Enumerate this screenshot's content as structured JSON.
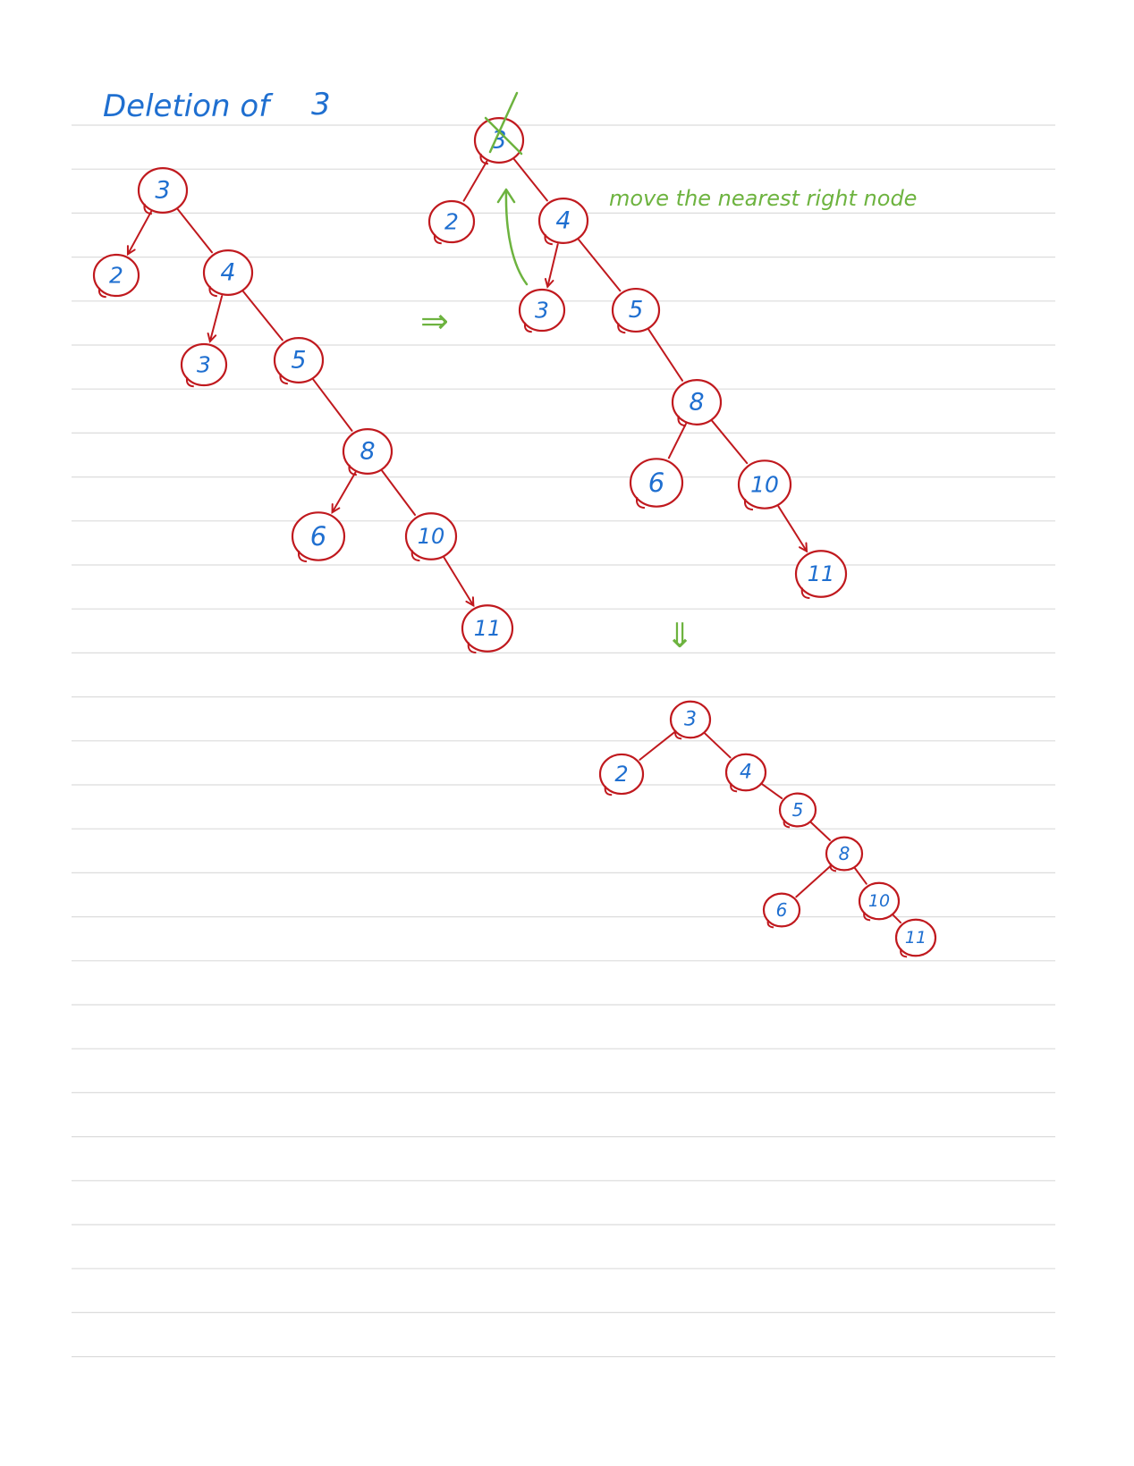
{
  "title": {
    "text": "Deletion of",
    "value": "3"
  },
  "annotation": "move the nearest right node",
  "arrows": {
    "right": "⇒",
    "down": "⇓"
  },
  "colors": {
    "rule_line": "#dcdcdc",
    "node_outline": "#c0191e",
    "node_label": "#1f6fd0",
    "annotation": "#6db33f"
  },
  "trees": [
    {
      "name": "original",
      "nodes": [
        {
          "id": "a3",
          "label": "3"
        },
        {
          "id": "a2",
          "label": "2"
        },
        {
          "id": "a4",
          "label": "4"
        },
        {
          "id": "a3b",
          "label": "3"
        },
        {
          "id": "a5",
          "label": "5"
        },
        {
          "id": "a8",
          "label": "8"
        },
        {
          "id": "a6",
          "label": "6"
        },
        {
          "id": "a10",
          "label": "10"
        },
        {
          "id": "a11",
          "label": "11"
        }
      ]
    },
    {
      "name": "during-delete",
      "nodes": [
        {
          "id": "b3",
          "label": "3",
          "crossed": true
        },
        {
          "id": "b2",
          "label": "2"
        },
        {
          "id": "b4",
          "label": "4"
        },
        {
          "id": "b3b",
          "label": "3"
        },
        {
          "id": "b5",
          "label": "5"
        },
        {
          "id": "b8",
          "label": "8"
        },
        {
          "id": "b6",
          "label": "6"
        },
        {
          "id": "b10",
          "label": "10"
        },
        {
          "id": "b11",
          "label": "11"
        }
      ]
    },
    {
      "name": "result",
      "nodes": [
        {
          "id": "c3",
          "label": "3"
        },
        {
          "id": "c2",
          "label": "2"
        },
        {
          "id": "c4",
          "label": "4"
        },
        {
          "id": "c5",
          "label": "5"
        },
        {
          "id": "c8",
          "label": "8"
        },
        {
          "id": "c6",
          "label": "6"
        },
        {
          "id": "c10",
          "label": "10"
        },
        {
          "id": "c11",
          "label": "11"
        }
      ]
    }
  ]
}
